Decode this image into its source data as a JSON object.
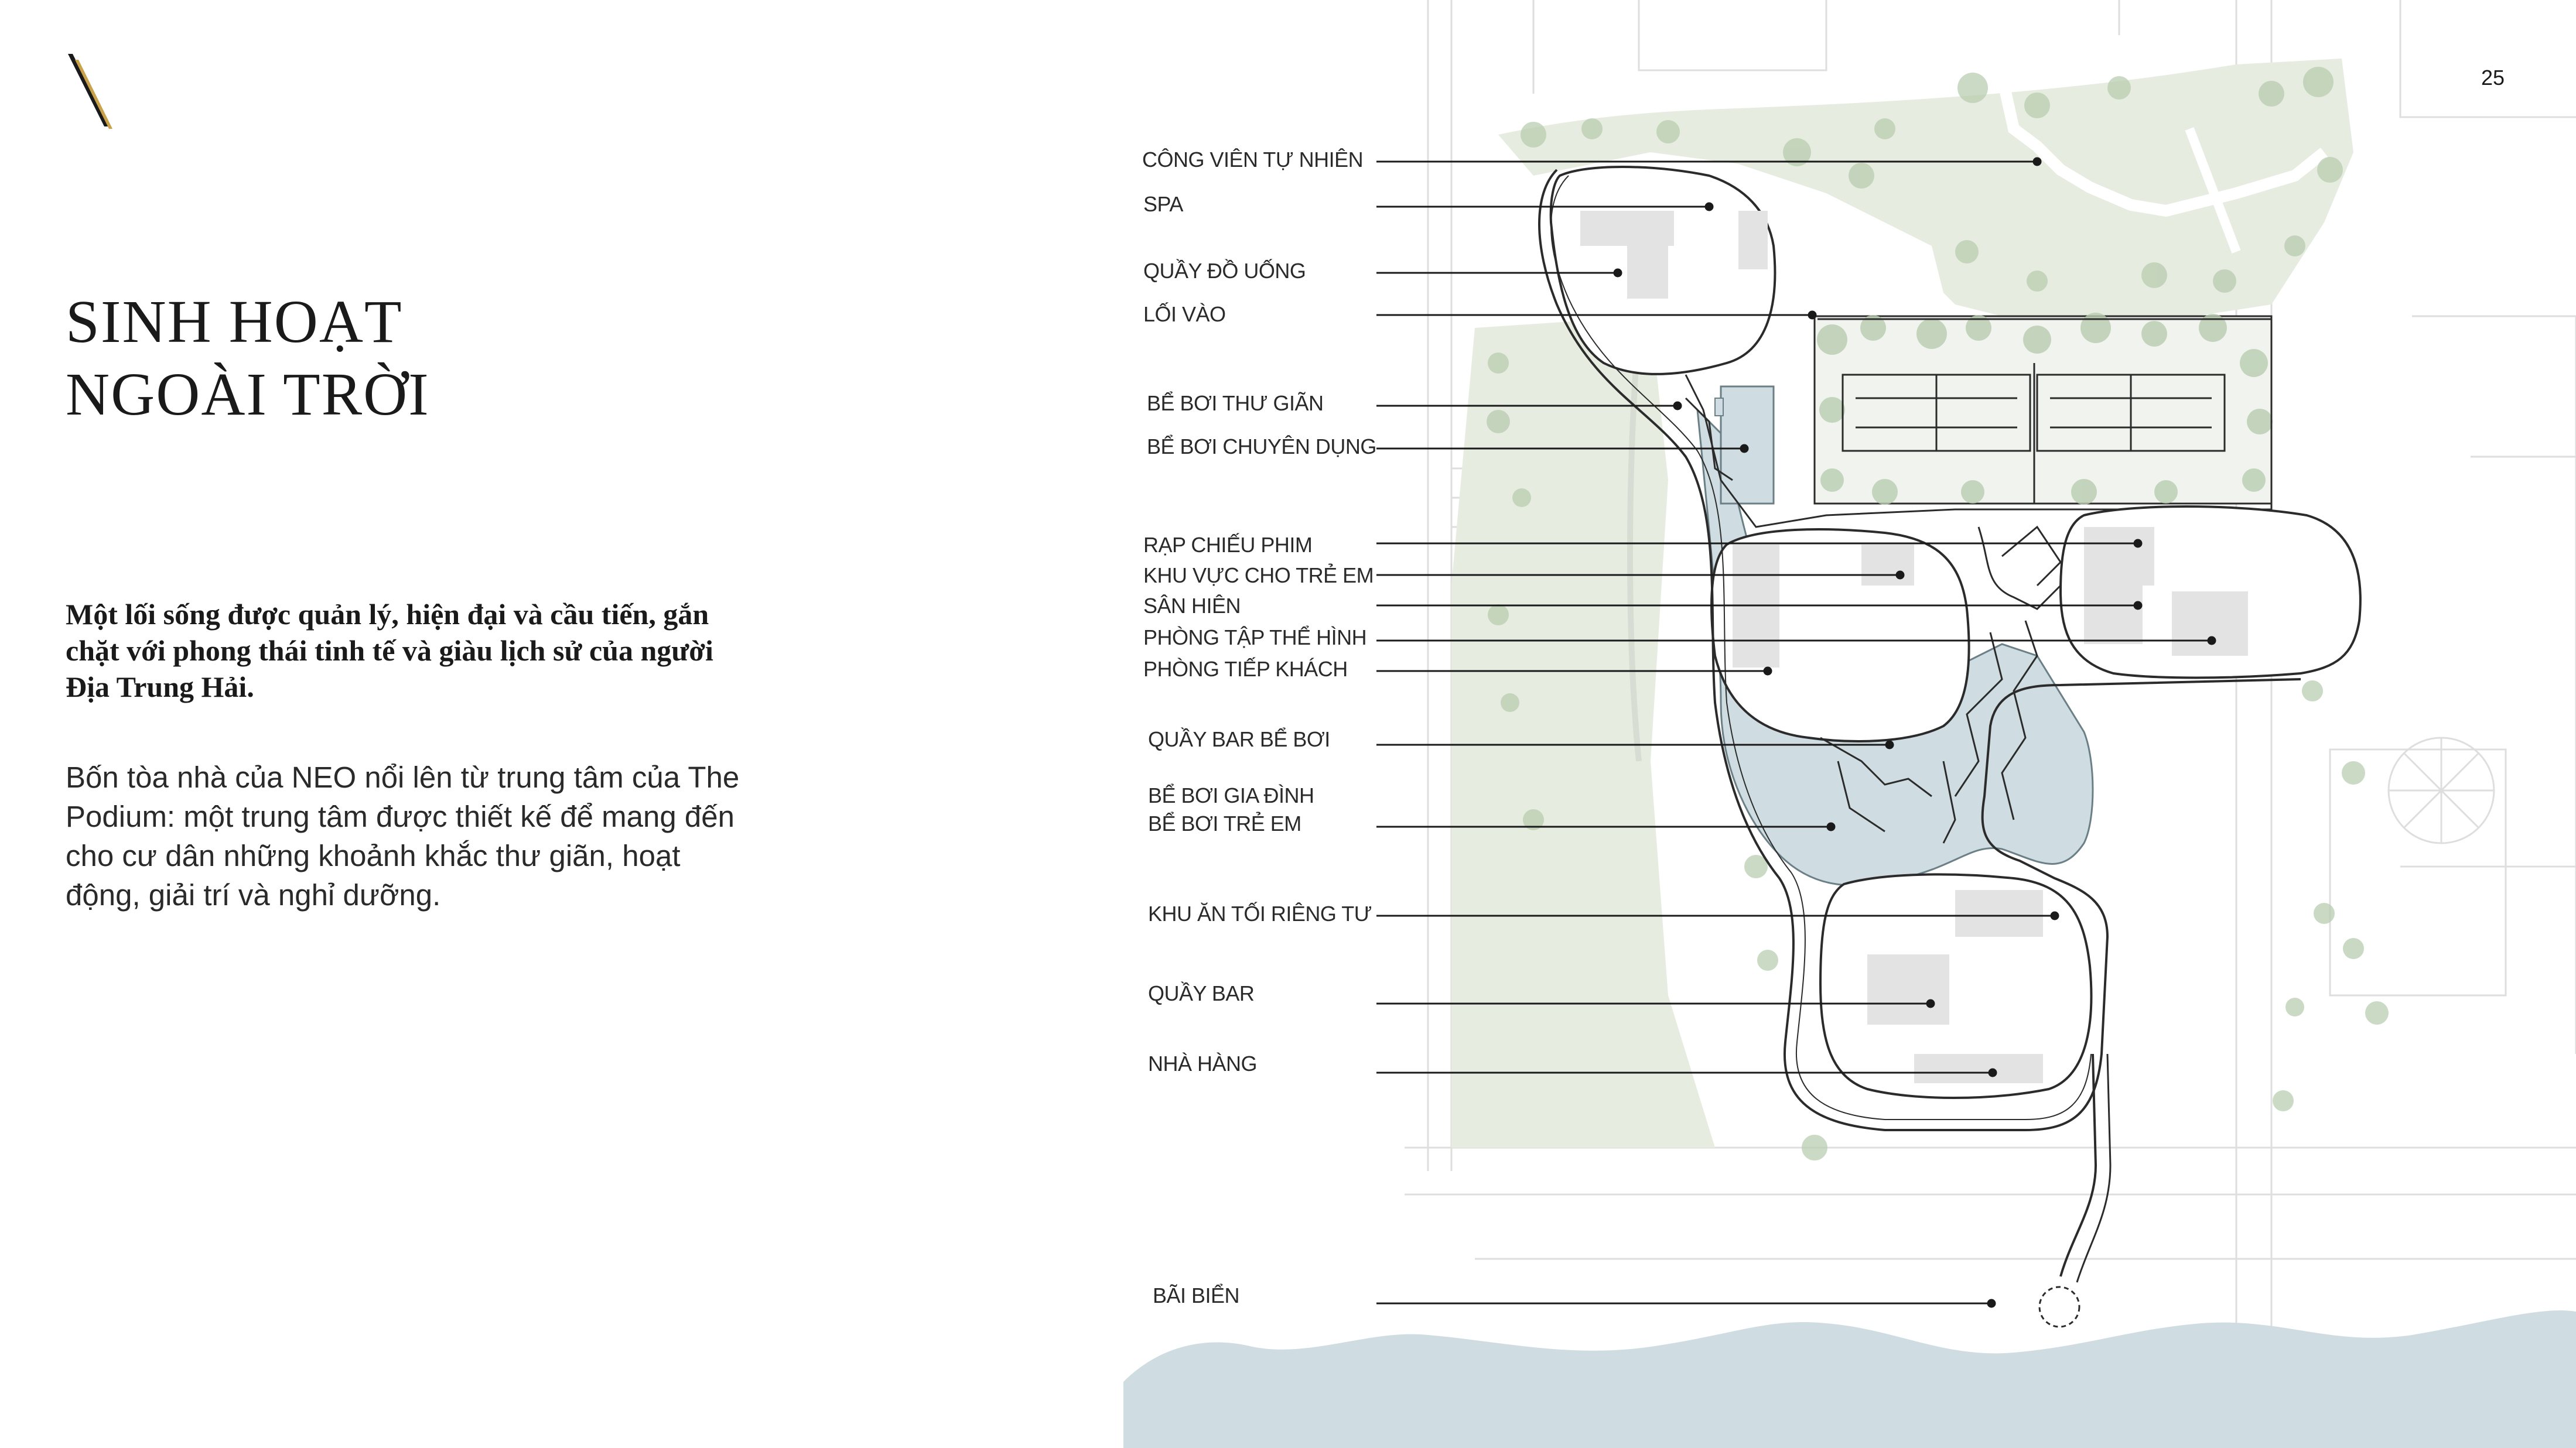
{
  "page": {
    "number": "25"
  },
  "heading": {
    "line1": "SINH HOẠT",
    "line2": "NGOÀI TRỜI"
  },
  "intro": "Một lối sống được quản lý, hiện đại và cầu tiến, gắn chặt với phong thái tinh tế và giàu lịch sử của người Địa Trung Hải.",
  "description": "Bốn tòa nhà của NEO nổi lên từ trung tâm của The Podium: một trung tâm được thiết kế để mang đến cho cư dân những khoảnh khắc thư giãn, hoạt động, giải trí và nghỉ dưỡng.",
  "callouts": [
    {
      "id": "cong-vien-tu-nhien",
      "label": "CÔNG VIÊN TỰ NHIÊN"
    },
    {
      "id": "spa",
      "label": "SPA"
    },
    {
      "id": "quay-do-uong",
      "label": "QUẦY ĐỒ UỐNG"
    },
    {
      "id": "loi-vao",
      "label": "LỐI VÀO"
    },
    {
      "id": "be-boi-thu-gian",
      "label": "BỂ BƠI THƯ GIÃN"
    },
    {
      "id": "be-boi-chuyen-dung",
      "label": "BỂ BƠI CHUYÊN DỤNG"
    },
    {
      "id": "rap-chieu-phim",
      "label": "RẠP CHIẾU PHIM"
    },
    {
      "id": "khu-vuc-cho-tre-em",
      "label": "KHU VỰC CHO TRẺ EM"
    },
    {
      "id": "san-hien",
      "label": "SÂN HIÊN"
    },
    {
      "id": "phong-tap-the-hinh",
      "label": "PHÒNG TẬP THỂ HÌNH"
    },
    {
      "id": "phong-tiep-khach",
      "label": "PHÒNG TIẾP KHÁCH"
    },
    {
      "id": "quay-bar-be-boi",
      "label": "QUẦY BAR BỂ BƠI"
    },
    {
      "id": "be-boi-gia-dinh",
      "label": "BỂ BƠI GIA ĐÌNH"
    },
    {
      "id": "be-boi-tre-em",
      "label": "BỂ BƠI TRẺ EM"
    },
    {
      "id": "khu-an-toi-rieng-tu",
      "label": "KHU ĂN TỐI RIÊNG TƯ"
    },
    {
      "id": "quay-bar",
      "label": "QUẦY BAR"
    },
    {
      "id": "nha-hang",
      "label": "NHÀ HÀNG"
    },
    {
      "id": "bai-bien",
      "label": "BÃI BIỂN"
    }
  ],
  "colors": {
    "text": "#1a1a1a",
    "logo_gold": "#c9a24a",
    "park_green": "#e6ece0",
    "tree_green": "#b9cdb0",
    "water": "#cfdde3",
    "building_gray": "#e3e3e3",
    "plan_line": "#2b2b2b"
  }
}
